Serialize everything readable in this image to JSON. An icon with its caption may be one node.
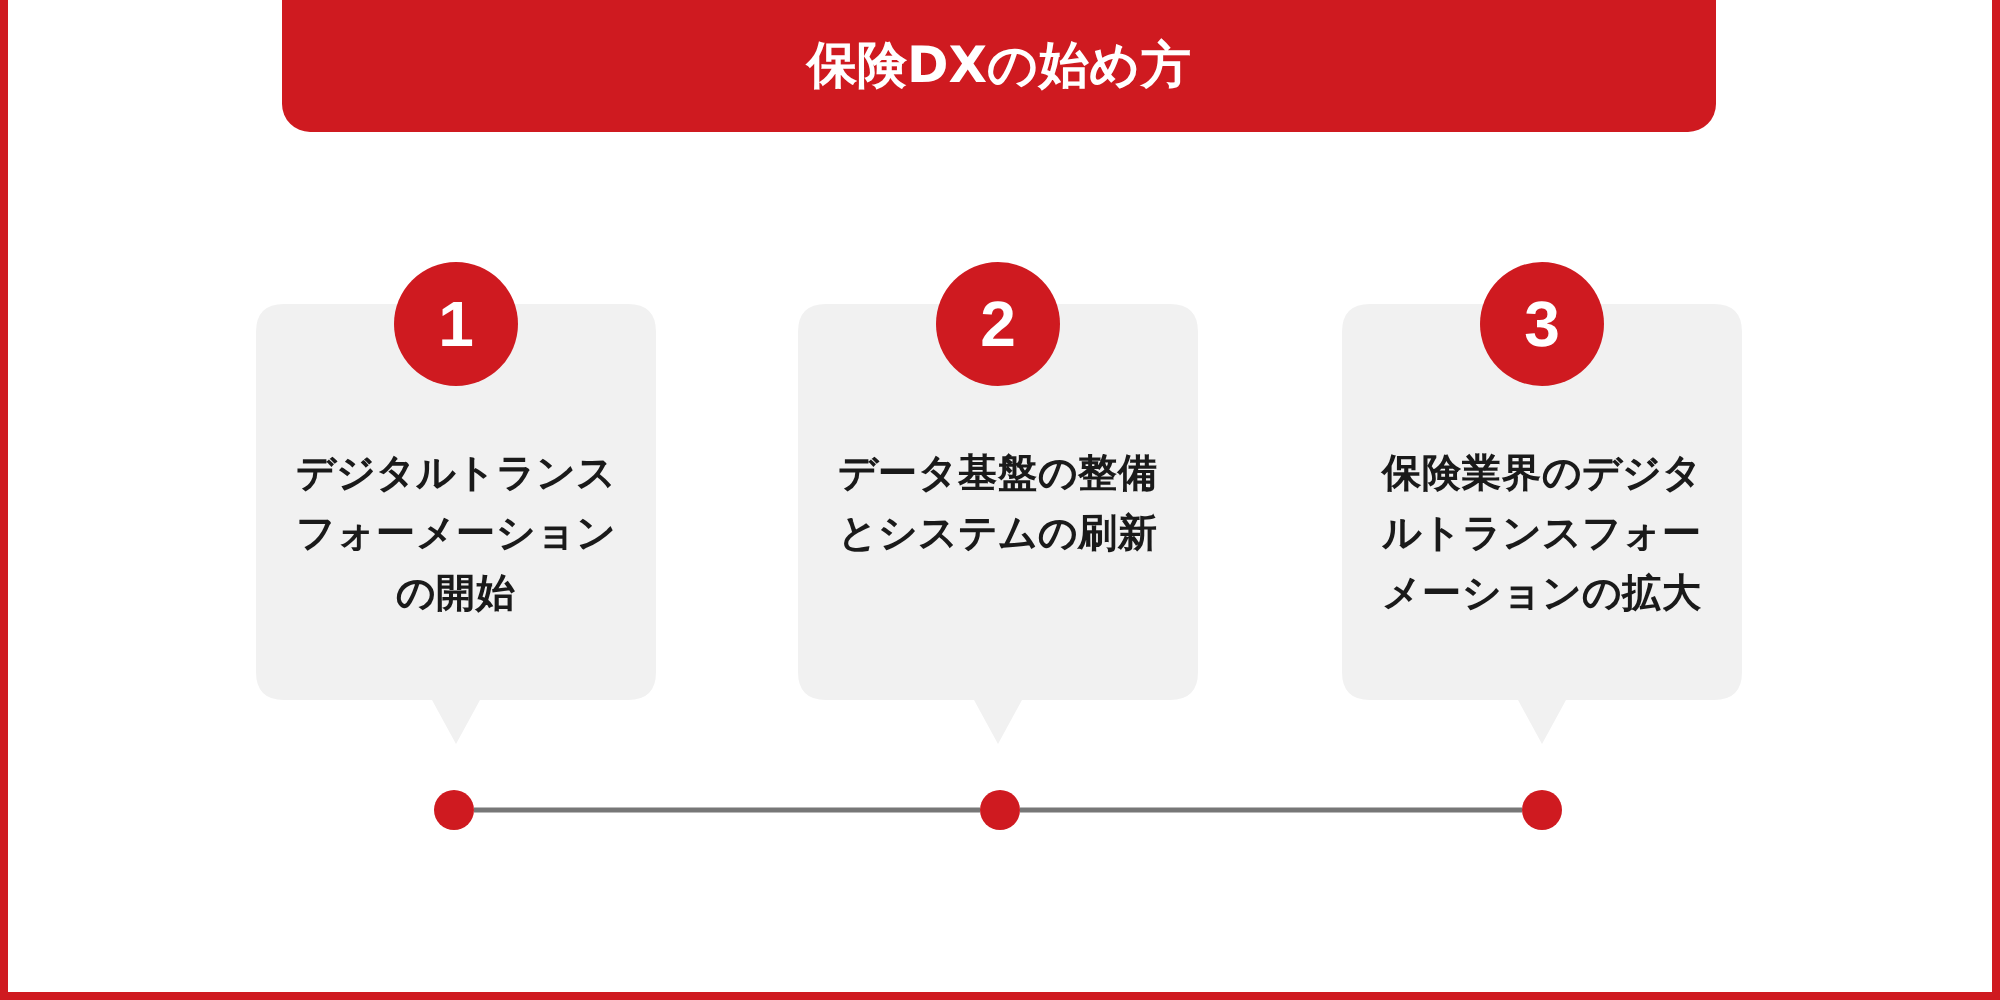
{
  "diagram": {
    "title": "保険DXの始め方",
    "nodes": [
      {
        "text": [
          "1"
        ]
      },
      {
        "text": [
          "デジタルトランスフォーメーションの開始"
        ]
      },
      {
        "text": [
          "2"
        ]
      },
      {
        "text": [
          "データ基盤の整備とシステムの刷新"
        ]
      },
      {
        "text": [
          "3"
        ]
      },
      {
        "text": [
          "保険業界のデジタルトランスフォーメーションの拡大"
        ]
      },
      {
        "text": [],
        "shape": "circle"
      },
      {
        "text": [],
        "shape": "circle"
      },
      {
        "text": [],
        "shape": "circle"
      }
    ],
    "edges": [
      {
        "from": 6,
        "to": 7,
        "arrow": "none"
      },
      {
        "from": 7,
        "to": 8,
        "arrow": "none"
      }
    ]
  }
}
